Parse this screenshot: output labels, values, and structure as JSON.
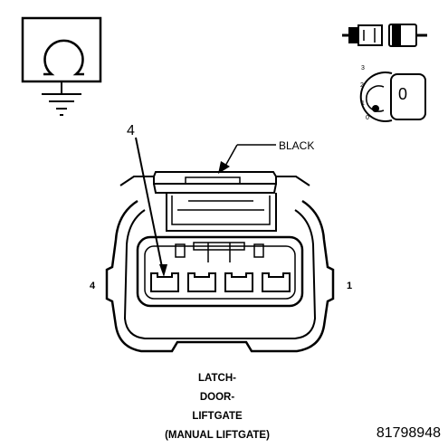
{
  "callout_number": "4",
  "wire_color_label": "BLACK",
  "pin_labels": {
    "left": "4",
    "right": "1"
  },
  "caption_lines": [
    "LATCH-",
    "DOOR-",
    "LIFTGATE",
    "(MANUAL LIFTGATE)"
  ],
  "part_number": "81798948",
  "ignition_key": {
    "positions": [
      "3",
      "2",
      "1",
      "0"
    ],
    "face_label": "0"
  },
  "icons": [
    "ohmmeter-ground-icon",
    "connector-disconnected-icon",
    "ignition-key-off-icon"
  ]
}
